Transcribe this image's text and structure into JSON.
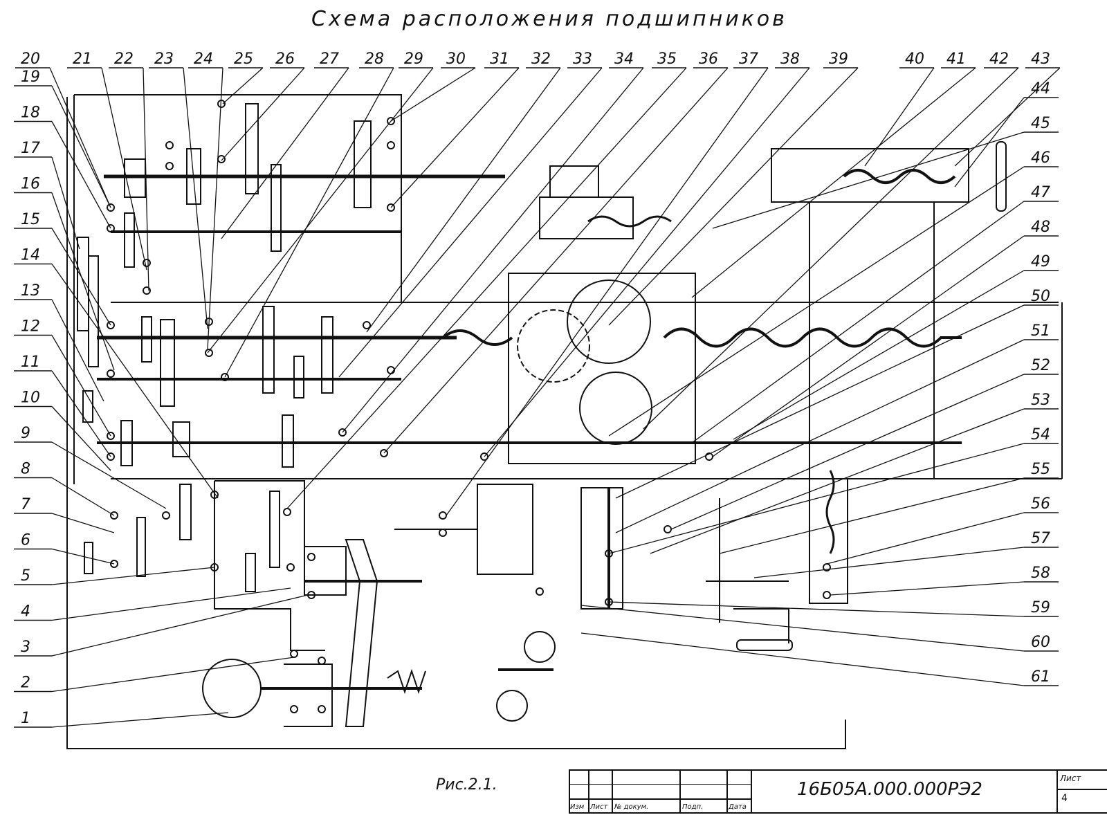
{
  "title": "Схема расположения подшипников",
  "caption": "Рис.2.1.",
  "callouts": [
    "1",
    "2",
    "3",
    "4",
    "5",
    "6",
    "7",
    "8",
    "9",
    "10",
    "11",
    "12",
    "13",
    "14",
    "15",
    "16",
    "17",
    "18",
    "19",
    "20",
    "21",
    "22",
    "23",
    "24",
    "25",
    "26",
    "27",
    "28",
    "29",
    "30",
    "31",
    "32",
    "33",
    "34",
    "35",
    "36",
    "37",
    "38",
    "39",
    "40",
    "41",
    "42",
    "43",
    "44",
    "45",
    "46",
    "47",
    "48",
    "49",
    "50",
    "51",
    "52",
    "53",
    "54",
    "55",
    "56",
    "57",
    "58",
    "59",
    "60",
    "61"
  ],
  "title_block": {
    "document_number": "16Б05А.000.000РЭ2",
    "col_change": "Изм",
    "col_sheet": "Лист",
    "col_doc": "№ докум.",
    "col_sign": "Подп.",
    "col_date": "Дата",
    "sheet_label": "Лист",
    "sheet_number": "4"
  }
}
